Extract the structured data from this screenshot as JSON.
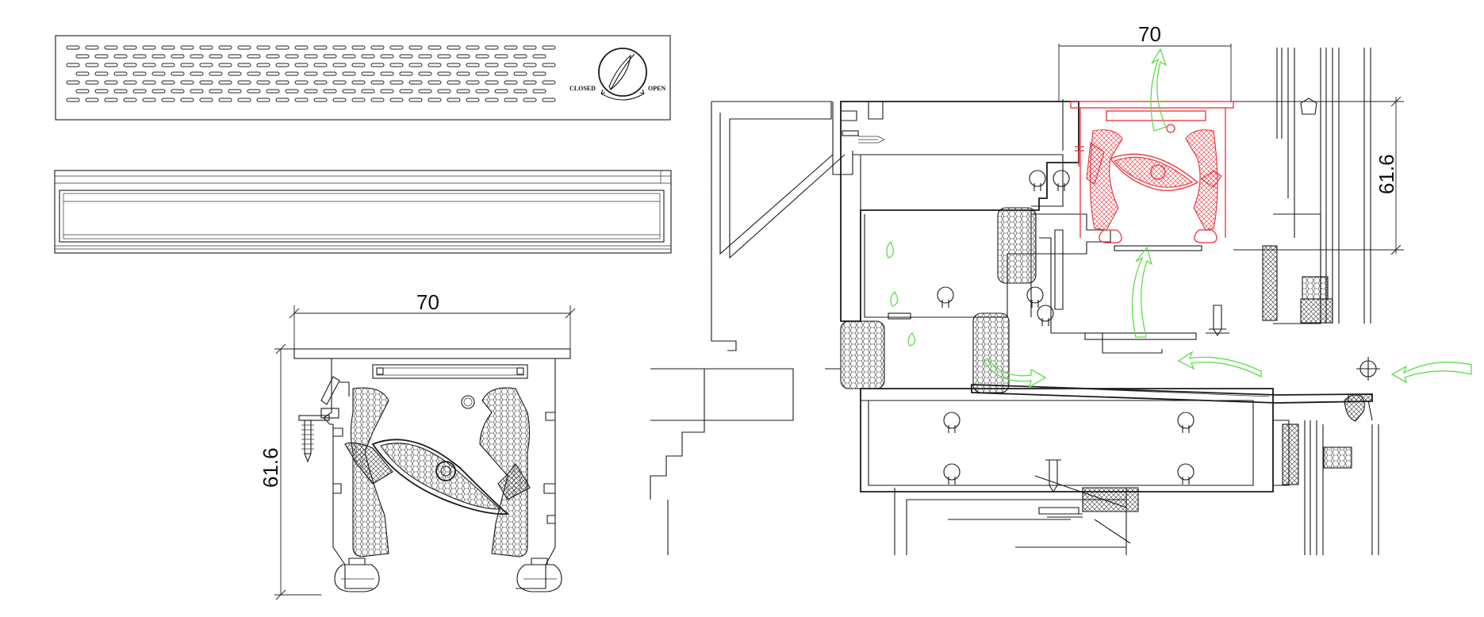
{
  "vent_face": {
    "label_closed": "CLOSED",
    "label_open": "OPEN"
  },
  "section_detail": {
    "width_dim": "70",
    "height_dim": "61.6"
  },
  "assembly_detail": {
    "width_dim": "70",
    "height_dim": "61.6"
  },
  "colors": {
    "highlight": "#e8303a",
    "airflow": "#5fdc4c",
    "line": "#1a1a1a"
  },
  "icons": [
    "airflow-arrow-icon",
    "crosshair-icon",
    "screw-icon",
    "rotary-knob-icon"
  ]
}
